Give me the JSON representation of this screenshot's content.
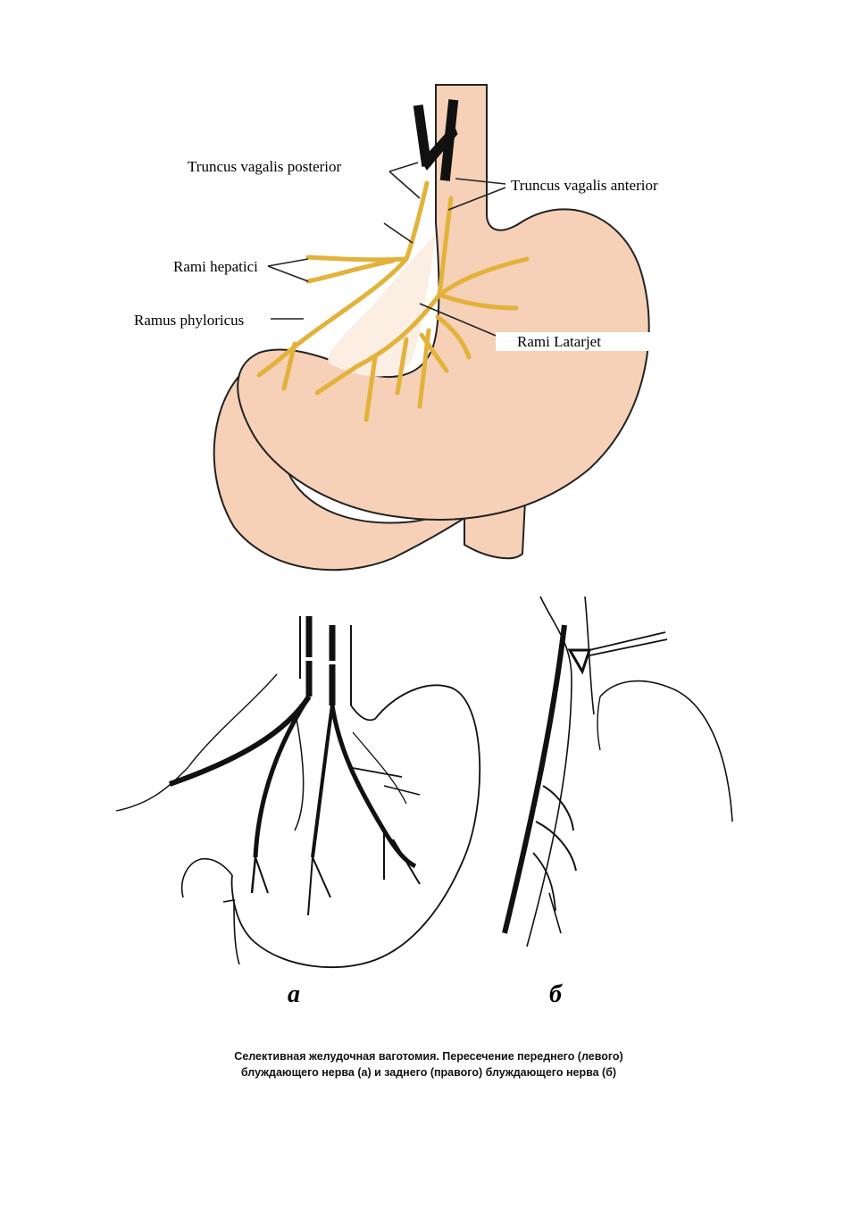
{
  "labels": {
    "truncus_posterior": "Truncus vagalis posterior",
    "truncus_anterior": "Truncus vagalis anterior",
    "rami_hepatici": "Rami hepatici",
    "ramus_phyloricus": "Ramus phyloricus",
    "rami_latarjet": "Rami Latarjet"
  },
  "figure_letters": {
    "a": "а",
    "b": "б"
  },
  "caption": {
    "line1": "Селективная желудочная ваготомия. Пересечение переднего (левого)",
    "line2": "блуждающего нерва (а) и заднего (правого) блуждающего нерва (б)"
  },
  "colors": {
    "stomach_fill": "#f6d1b7",
    "nerve": "#e2b23a",
    "nerve_edge": "#b98a1e",
    "outline": "#222222"
  }
}
